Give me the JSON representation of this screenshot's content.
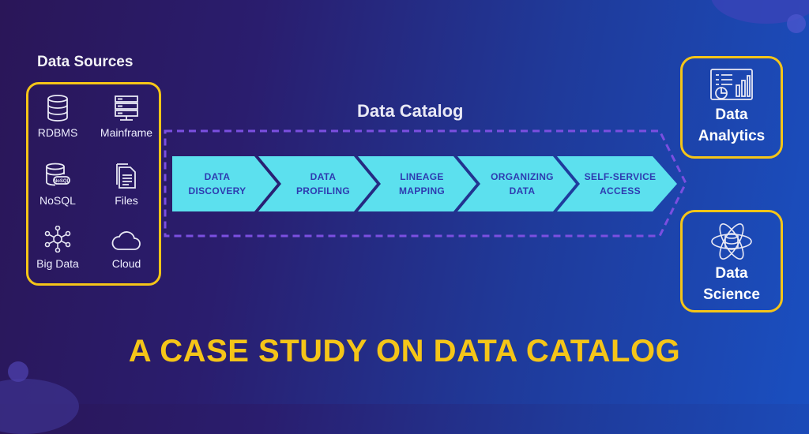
{
  "sources": {
    "title": "Data Sources",
    "items": [
      {
        "label": "RDBMS",
        "icon": "database-icon"
      },
      {
        "label": "Mainframe",
        "icon": "server-icon"
      },
      {
        "label": "NoSQL",
        "icon": "nosql-database-icon"
      },
      {
        "label": "Files",
        "icon": "file-icon"
      },
      {
        "label": "Big Data",
        "icon": "network-icon"
      },
      {
        "label": "Cloud",
        "icon": "cloud-icon"
      }
    ]
  },
  "catalog": {
    "title": "Data Catalog",
    "steps": [
      {
        "line1": "DATA",
        "line2": "DISCOVERY"
      },
      {
        "line1": "DATA",
        "line2": "PROFILING"
      },
      {
        "line1": "LINEAGE",
        "line2": "MAPPING"
      },
      {
        "line1": "ORGANIZING",
        "line2": "DATA"
      },
      {
        "line1": "SELF-SERVICE",
        "line2": "ACCESS"
      }
    ]
  },
  "outputs": [
    {
      "line1": "Data",
      "line2": "Analytics",
      "icon": "analytics-dashboard-icon"
    },
    {
      "line1": "Data",
      "line2": "Science",
      "icon": "atom-database-icon"
    }
  ],
  "headline": "A CASE STUDY ON DATA CATALOG",
  "colors": {
    "accent": "#f5c518",
    "arrow": "#5ce0ee",
    "dashed": "#7b4fe0",
    "step_text": "#2e3bb0"
  }
}
